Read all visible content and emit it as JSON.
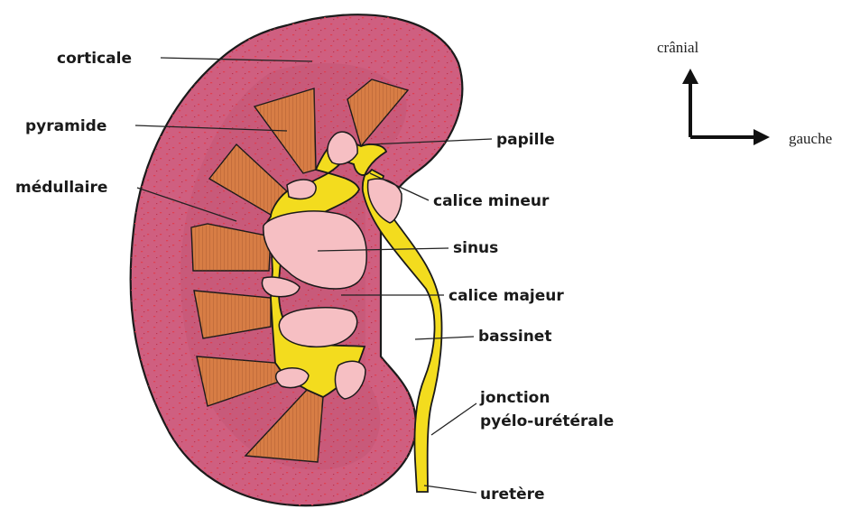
{
  "labels": {
    "corticale": "corticale",
    "pyramide": "pyramide",
    "medullaire": "médullaire",
    "papille": "papille",
    "calice_mineur": "calice mineur",
    "sinus": "sinus",
    "calice_majeur": "calice majeur",
    "bassinet": "bassinet",
    "jonction_line1": "jonction",
    "jonction_line2": "pyélo-urétérale",
    "uretere": "uretère"
  },
  "orientation": {
    "cranial": "crânial",
    "gauche": "gauche"
  },
  "colors": {
    "cortex": "#cf5f80",
    "cortex_inner": "#c25575",
    "dots": "#e23a4a",
    "pyramid": "#d77d45",
    "pyramid_lines": "#8a3d1e",
    "collecting_system": "#f3dc1e",
    "sinus": "#f6bfc3",
    "outline": "#1a1a1a"
  }
}
